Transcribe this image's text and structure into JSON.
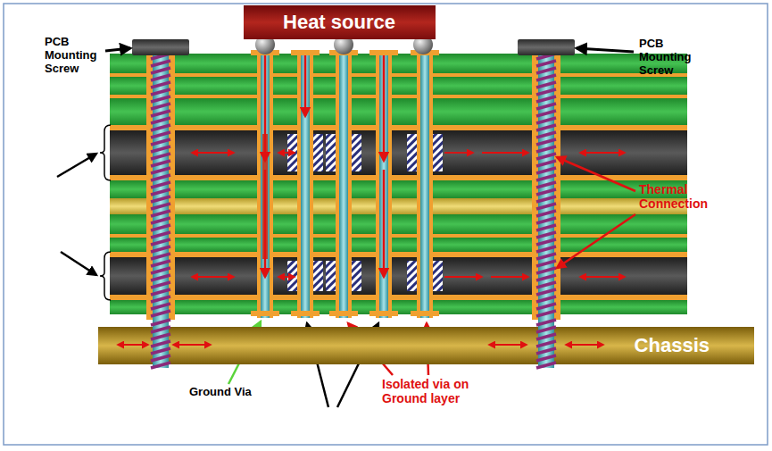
{
  "diagram": {
    "nodes": [
      {
        "text": [
          "Heat source"
        ]
      },
      {
        "text": [
          "Chassis"
        ]
      }
    ],
    "labels": [
      "PCB Mounting Screw",
      "PCB Mounting Screw",
      "Thermal Connection",
      "Ground Via",
      "Isolated via on Ground layer"
    ]
  }
}
